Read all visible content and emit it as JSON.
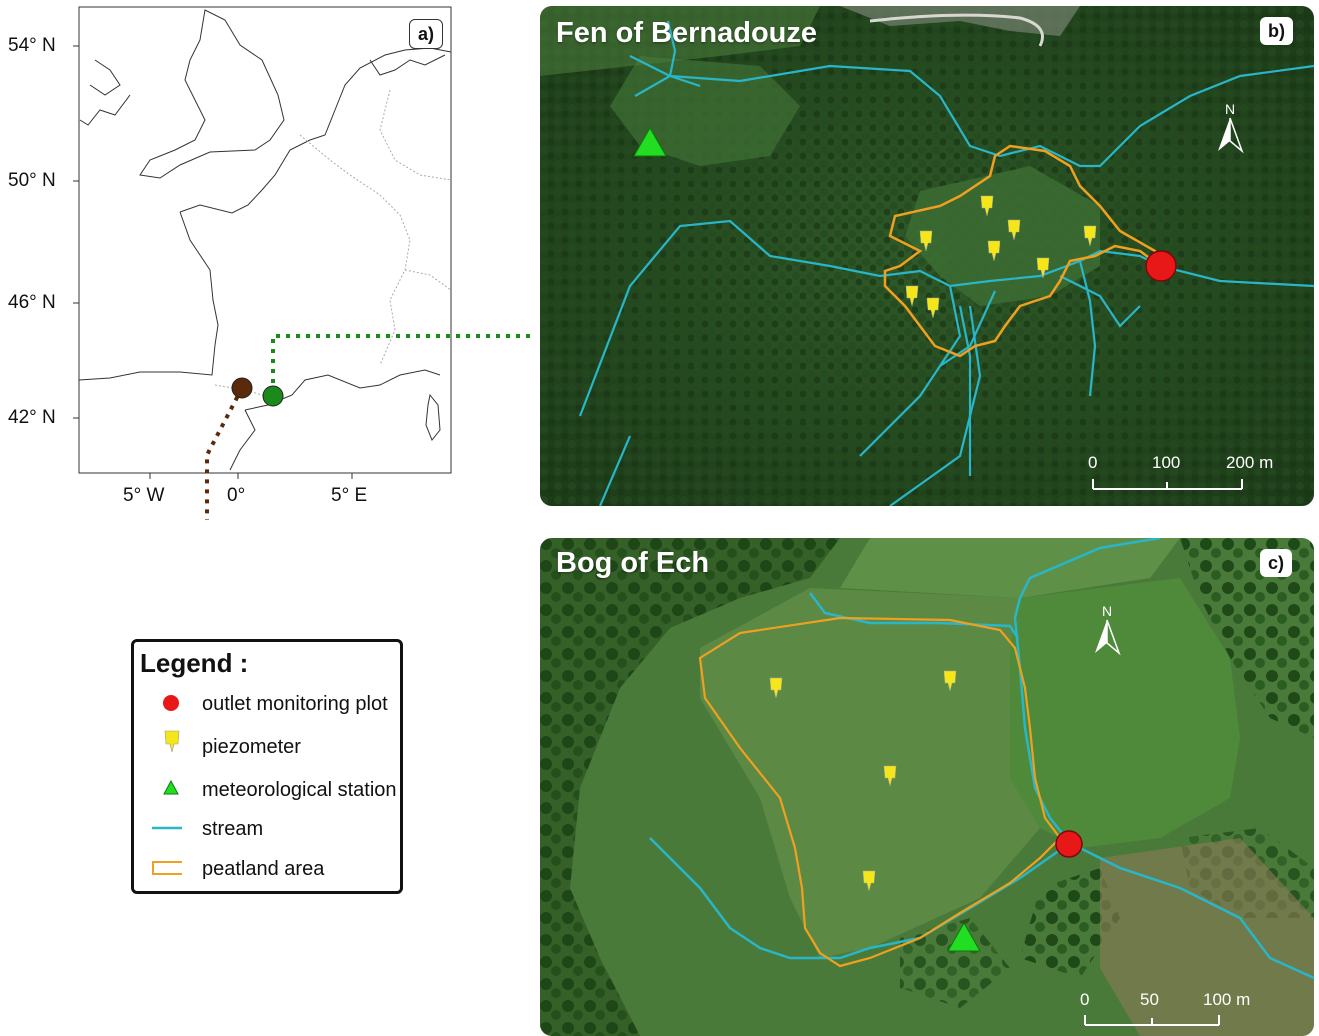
{
  "panel_a": {
    "tag": "a)",
    "lat_labels": [
      "54° N",
      "50° N",
      "46° N",
      "42° N"
    ],
    "lon_labels": [
      "5° W",
      "0°",
      "5° E"
    ]
  },
  "panel_b": {
    "tag": "b)",
    "title": "Fen of Bernadouze",
    "scale_labels": [
      "0",
      "100",
      "200 m"
    ]
  },
  "panel_c": {
    "tag": "c)",
    "title": "Bog of Ech",
    "scale_labels": [
      "0",
      "50",
      "100 m"
    ]
  },
  "legend": {
    "title": "Legend :",
    "items": [
      {
        "label": "outlet monitoring plot",
        "symbol": "red-circle",
        "color": "#e81818"
      },
      {
        "label": "piezometer",
        "symbol": "yellow-pin",
        "color": "#f5e61a"
      },
      {
        "label": "meteorological station",
        "symbol": "green-triangle",
        "color": "#22dd22"
      },
      {
        "label": "stream",
        "symbol": "cyan-line",
        "color": "#29b6c9"
      },
      {
        "label": "peatland area",
        "symbol": "orange-outline",
        "color": "#f0a020"
      }
    ]
  },
  "colors": {
    "bernadouze_marker": "#1a8a1a",
    "ech_marker": "#5a2a0a",
    "stream": "#29b6c9",
    "peatland": "#f0a020",
    "outlet": "#e81818",
    "station": "#22dd22",
    "piezometer": "#f5e61a"
  }
}
